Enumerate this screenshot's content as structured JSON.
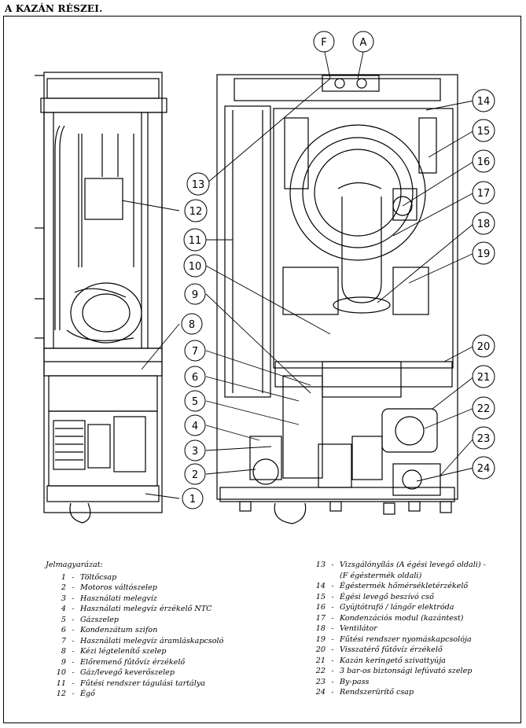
{
  "title": "A KAZÁN RÉSZEI.",
  "legend": {
    "header": "Jelmagyarázat:",
    "left": [
      {
        "num": "1",
        "text": "Töltőcsap"
      },
      {
        "num": "2",
        "text": "Motoros váltószelep"
      },
      {
        "num": "3",
        "text": "Használati melegvíz"
      },
      {
        "num": "4",
        "text": "Használati melegvíz érzékelő NTC"
      },
      {
        "num": "5",
        "text": "Gázszelep"
      },
      {
        "num": "6",
        "text": "Kondenzátum szifon"
      },
      {
        "num": "7",
        "text": "Használati melegvíz áramláskapcsoló"
      },
      {
        "num": "8",
        "text": "Kézi légtelenítő szelep"
      },
      {
        "num": "9",
        "text": "Előremenő fűtővíz érzékelő"
      },
      {
        "num": "10",
        "text": "Gáz/levegő keverőszelep"
      },
      {
        "num": "11",
        "text": "Fűtési rendszer tágulási tartálya"
      },
      {
        "num": "12",
        "text": "Égő"
      }
    ],
    "right": [
      {
        "num": "13",
        "text": "Vizsgálónyílás (A égési levegő oldali) -"
      },
      {
        "num": "",
        "text": "(F égéstermék oldali)"
      },
      {
        "num": "14",
        "text": "Égéstermék hőmérsékletérzékelő"
      },
      {
        "num": "15",
        "text": "Égési levegő beszívó cső"
      },
      {
        "num": "16",
        "text": "Gyújtótrafó / lángőr elektróda"
      },
      {
        "num": "17",
        "text": "Kondenzációs modul (kazántest)"
      },
      {
        "num": "18",
        "text": "Ventilátor"
      },
      {
        "num": "19",
        "text": "Fűtési rendszer nyomáskapcsolója"
      },
      {
        "num": "20",
        "text": "Visszatérő fűtővíz érzékelő"
      },
      {
        "num": "21",
        "text": "Kazán keringető szivattyúja"
      },
      {
        "num": "22",
        "text": "3 bar-os biztonsági lefúvató szelep"
      },
      {
        "num": "23",
        "text": "By-pass"
      },
      {
        "num": "24",
        "text": "Rendszerürítő csap"
      }
    ]
  },
  "callouts": {
    "F": "F",
    "A": "A",
    "c1": "1",
    "c2": "2",
    "c3": "3",
    "c4": "4",
    "c5": "5",
    "c6": "6",
    "c7": "7",
    "c8": "8",
    "c9": "9",
    "c10": "10",
    "c11": "11",
    "c12": "12",
    "c13": "13",
    "c14": "14",
    "c15": "15",
    "c16": "16",
    "c17": "17",
    "c18": "18",
    "c19": "19",
    "c20": "20",
    "c21": "21",
    "c22": "22",
    "c23": "23",
    "c24": "24"
  }
}
